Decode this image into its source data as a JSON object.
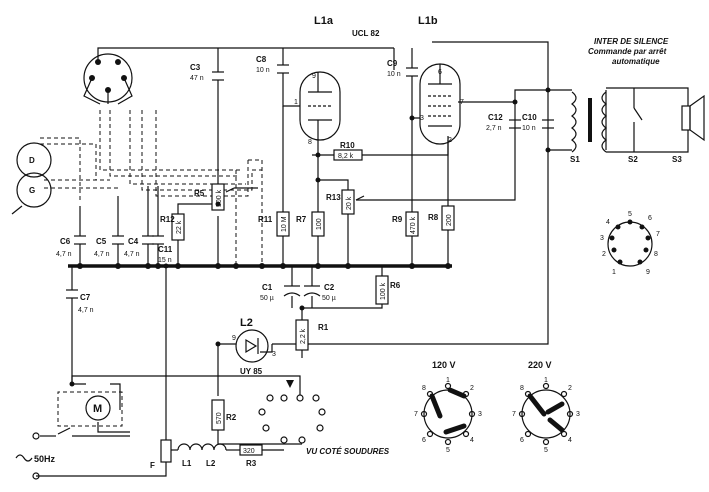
{
  "tubes": {
    "l1a": "L1a",
    "l1b": "L1b",
    "ucl82": "UCL 82",
    "l2": "L2",
    "uy85": "UY 85"
  },
  "silence": {
    "title": "INTER DE SILENCE",
    "line1": "Commande par arrêt",
    "line2": "automatique"
  },
  "capacitors": {
    "c3": "C3",
    "c3v": "47 n",
    "c8": "C8",
    "c8v": "10 n",
    "c9": "C9",
    "c9v": "10 n",
    "c12": "C12",
    "c12v": "2,7 n",
    "c10": "C10",
    "c10v": "10 n",
    "c6": "C6",
    "c6v": "4,7 n",
    "c5": "C5",
    "c5v": "4,7 n",
    "c4": "C4",
    "c4v": "4,7 n",
    "c11": "C11",
    "c11v": "15 n",
    "c1": "C1",
    "c1v": "50 µ",
    "c2": "C2",
    "c2v": "50 µ",
    "c7": "C7",
    "c7v": "4,7 n"
  },
  "resistors": {
    "r5": "R5",
    "r5v": "500 k",
    "r12": "R12",
    "r12v": "22 k",
    "r11": "R11",
    "r11v": "10 M",
    "r7": "R7",
    "r7v": "100",
    "r13": "R13",
    "r13v": "20 k",
    "r10": "R10",
    "r10v": "8,2 k",
    "r9": "R9",
    "r9v": "470 k",
    "r8": "R8",
    "r8v": "200",
    "r6": "R6",
    "r6v": "100 k",
    "r1": "R1",
    "r1v": "2,2 k",
    "r2": "R2",
    "r2v": "570",
    "r3": "R3",
    "r3v": "320"
  },
  "misc": {
    "s1": "S1",
    "s2": "S2",
    "s3": "S3",
    "d": "D",
    "g": "G",
    "m": "M",
    "l1": "L1",
    "l2coil": "L2",
    "f": "F",
    "mains": "50Hz",
    "solder": "VU COTÉ SOUDURES"
  },
  "pins": {
    "p9": "9",
    "p1": "1",
    "p8": "8",
    "p6": "6",
    "p7": "7",
    "p3": "3",
    "p2": "2",
    "l2p9": "9",
    "l2p3": "3"
  },
  "socket": [
    "1",
    "2",
    "3",
    "4",
    "5",
    "6",
    "7",
    "8",
    "9"
  ],
  "voltage": {
    "v120": "120 V",
    "v220": "220 V"
  },
  "selector_pins": [
    "1",
    "2",
    "3",
    "4",
    "5",
    "6",
    "7",
    "8"
  ]
}
